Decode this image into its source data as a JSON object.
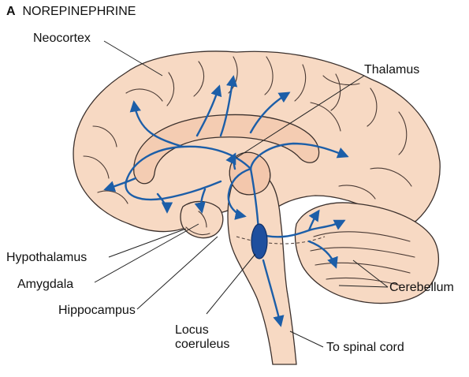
{
  "panel": {
    "letter": "A",
    "title": "NOREPINEPHRINE"
  },
  "labels": {
    "neocortex": "Neocortex",
    "thalamus": "Thalamus",
    "hypothalamus": "Hypothalamus",
    "amygdala": "Amygdala",
    "hippocampus": "Hippocampus",
    "locus_line1": "Locus",
    "locus_line2": "coeruleus",
    "cerebellum": "Cerebellum",
    "spinal_cord": "To spinal cord"
  },
  "colors": {
    "brain_fill": "#f7d9c3",
    "outline": "#3b302c",
    "pathway": "#1c5ea8",
    "nucleus": "#1f4f9e"
  }
}
